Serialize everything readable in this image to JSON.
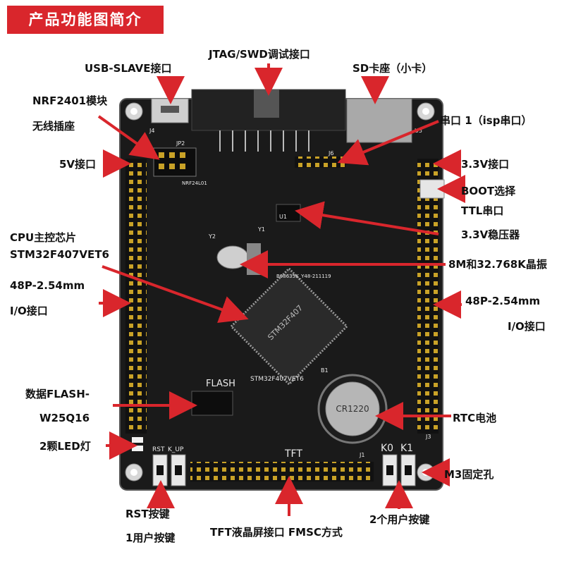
{
  "title": "产品功能图简介",
  "labels": {
    "usb_slave": "USB-SLAVE接口",
    "jtag_swd": "JTAG/SWD调试接口",
    "sd_card": "SD卡座（小卡）",
    "nrf_line1": "NRF2401模块",
    "nrf_line2": "无线插座",
    "uart1": "串口 1（isp串口）",
    "v5": "5V接口",
    "v33_port": "3.3V接口",
    "boot_line1": "BOOT选择",
    "boot_line2": "TTL串口",
    "cpu_line1": "CPU主控芯片",
    "cpu_line2": "STM32F407VET6",
    "v33_reg": "3.3V稳压器",
    "crystal": "8M和32.768K晶振",
    "io_left_line1": "48P-2.54mm",
    "io_left_line2": "I/O接口",
    "io_right_line1": "48P-2.54mm",
    "io_right_line2": "I/O接口",
    "flash_line1": "数据FLASH-",
    "flash_line2": "W25Q16",
    "rtc": "RTC电池",
    "led": "2颗LED灯",
    "m3": "M3固定孔",
    "rst_line1": "RST按键",
    "rst_line2": "1用户按键",
    "tft": "TFT液晶屏接口  FMSC方式",
    "user_keys": "2个用户按键"
  },
  "board_silk": {
    "flash": "FLASH",
    "tft": "TFT",
    "k0": "K0",
    "k1": "K1",
    "rst": "RST",
    "kup": "K_UP",
    "mcu_name": "STM32F407VET6",
    "chip_text": "STM32F407",
    "battery_text": "CR1220",
    "serial": "B08635K_Y48-211119",
    "y1": "Y1",
    "y2": "Y2",
    "u1": "U1",
    "u5": "U5",
    "j1": "J1",
    "j3": "J3",
    "j4": "J4",
    "j6": "J6",
    "jp2": "JP2",
    "b1": "B1",
    "nrf": "NRF24L01"
  },
  "colors": {
    "accent": "#d9262c",
    "board": "#1a1a1a"
  }
}
